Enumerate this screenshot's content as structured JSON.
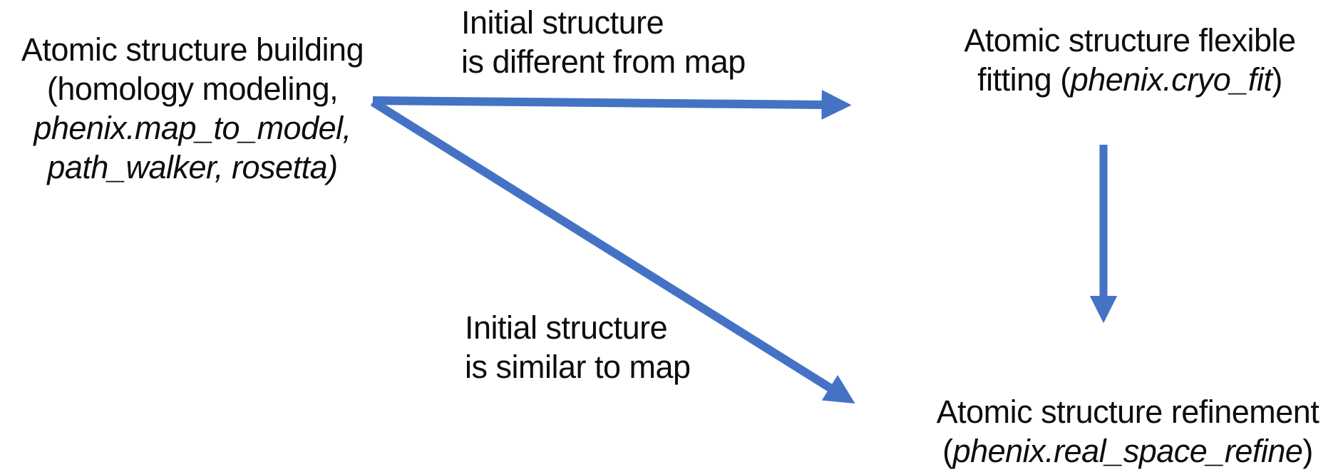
{
  "theme": {
    "background": "#ffffff",
    "text_color": "#0d0d0d",
    "arrow_color": "#4472c4"
  },
  "nodes": {
    "building": {
      "line1": "Atomic structure building",
      "line2": "(homology modeling,",
      "line3": "phenix.map_to_model,",
      "line4": "path_walker, rosetta)"
    },
    "flexible_fitting": {
      "line1": "Atomic structure flexible",
      "line2_prefix": "fitting (",
      "line2_tool": "phenix.cryo_fit",
      "line2_suffix": ")"
    },
    "refinement": {
      "line1": "Atomic structure refinement",
      "line2_prefix": "(",
      "line2_tool": "phenix.real_space_refine",
      "line2_suffix": ")"
    }
  },
  "edge_labels": {
    "different_from_map": {
      "line1": "Initial structure",
      "line2": "is different from map"
    },
    "similar_to_map": {
      "line1": "Initial structure",
      "line2": "is similar to map"
    }
  },
  "arrows": [
    {
      "from": "building",
      "to": "flexible_fitting",
      "condition": "Initial structure is different from map"
    },
    {
      "from": "building",
      "to": "refinement",
      "condition": "Initial structure is similar to map"
    },
    {
      "from": "flexible_fitting",
      "to": "refinement",
      "condition": ""
    }
  ]
}
